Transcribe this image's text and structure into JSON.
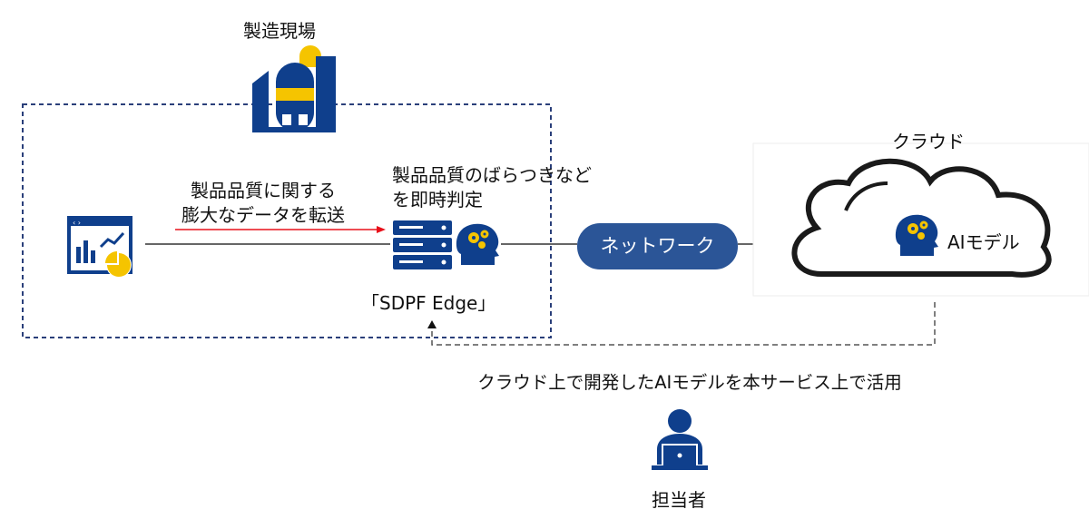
{
  "factory": {
    "label": "製造現場"
  },
  "transfer": {
    "line1": "製品品質に関する",
    "line2": "膨大なデータを転送"
  },
  "edge": {
    "desc_line1": "製品品質のばらつきなど",
    "desc_line2": "を即時判定",
    "name": "「SDPF Edge」"
  },
  "network": {
    "label": "ネットワーク"
  },
  "cloud": {
    "label": "クラウド",
    "model_label": "AIモデル"
  },
  "feedback": {
    "label": "クラウド上で開発したAIモデルを本サービス上で活用"
  },
  "operator": {
    "label": "担当者"
  },
  "colors": {
    "navy": "#0f3f8c",
    "yellow": "#f5c400",
    "pill": "#2b5597",
    "arrow_red": "#e8101a",
    "dashed": "#2a3f7a"
  }
}
